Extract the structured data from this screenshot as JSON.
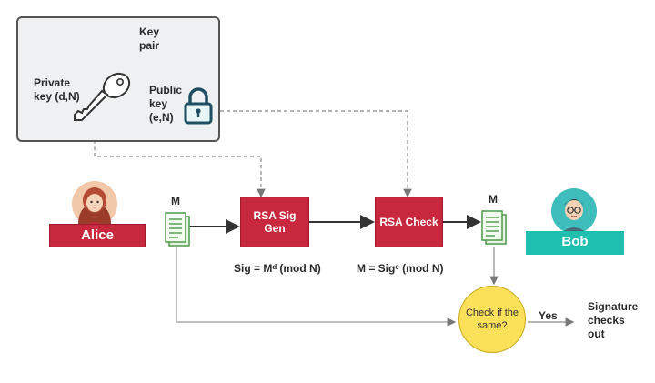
{
  "keypair": {
    "title": "Key\npair",
    "private_label": "Private\nkey (d,N)",
    "public_label": "Public\nkey\n(e,N)"
  },
  "alice": {
    "name": "Alice"
  },
  "bob": {
    "name": "Bob"
  },
  "message_label_left": "M",
  "message_label_right": "M",
  "rsa_sig_gen": {
    "label": "RSA Sig\nGen",
    "formula": "Sig = Mᵈ (mod N)"
  },
  "rsa_check": {
    "label": "RSA Check",
    "formula": "M = Sigᵉ (mod N)"
  },
  "decision": {
    "label": "Check if the\nsame?",
    "yes_label": "Yes"
  },
  "outcome": {
    "label": "Signature\nchecks\nout"
  },
  "colors": {
    "red": "#c8283d",
    "teal": "#1fbfb0",
    "yellow": "#fbe05a",
    "doc_green": "#4c9a48",
    "lock_teal": "#1f4f62"
  }
}
